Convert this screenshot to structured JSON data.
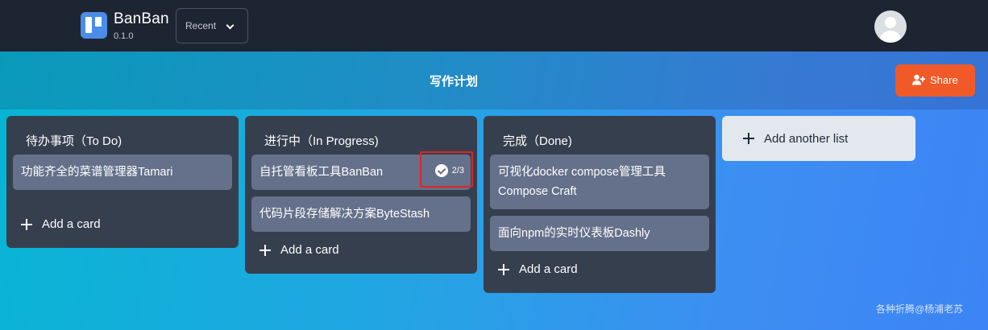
{
  "app": {
    "name": "BanBan",
    "version": "0.1.0",
    "recent_label": "Recent"
  },
  "board": {
    "title": "写作计划",
    "share_label": "Share",
    "add_list_label": "Add another list",
    "lists": [
      {
        "title": "待办事项（To Do)",
        "cards": [
          {
            "text": "功能齐全的菜谱管理器Tamari"
          }
        ],
        "add_card_label": "Add a card"
      },
      {
        "title": "进行中（In Progress)",
        "cards": [
          {
            "text": "自托管看板工具BanBan",
            "checklist": "2/3"
          },
          {
            "text": "代码片段存储解决方案ByteStash"
          }
        ],
        "add_card_label": "Add a card"
      },
      {
        "title": "完成（Done)",
        "cards": [
          {
            "text": "可视化docker compose管理工具Compose Craft"
          },
          {
            "text": "面向npm的实时仪表板Dashly"
          }
        ],
        "add_card_label": "Add a card"
      }
    ]
  },
  "watermark": "各种折腾@杨浦老苏",
  "colors": {
    "topbar": "#1e2532",
    "list_bg": "#363f4e",
    "card_bg": "#65708a",
    "share_button": "#f05a28",
    "highlight_border": "#e02424",
    "add_list_bg": "#e3e8ef"
  }
}
